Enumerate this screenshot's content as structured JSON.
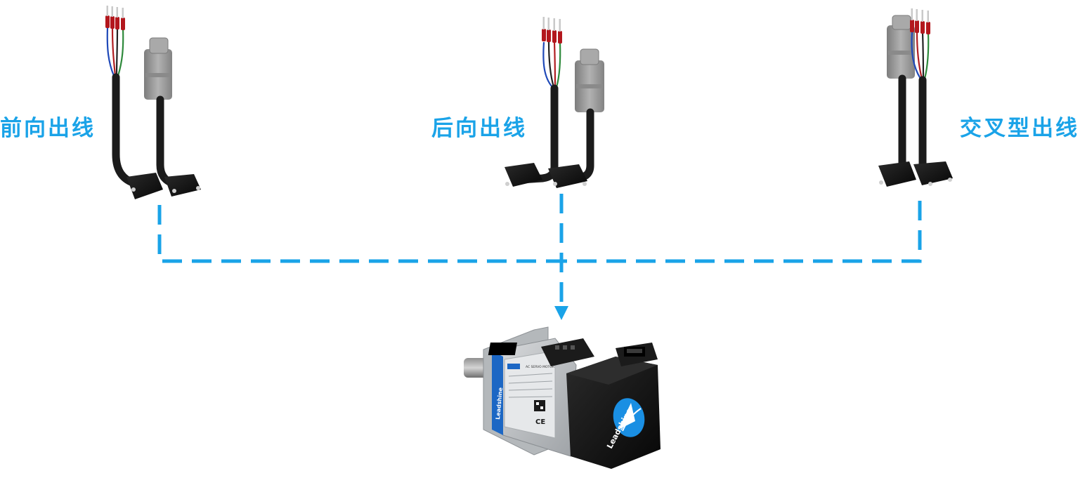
{
  "colors": {
    "accent": "#1aa3e8",
    "cable": "#1b1b1b",
    "connector_gray": "#9a9a9a",
    "motor_body": "#b9bcbf",
    "motor_black": "#141414",
    "terminal_red": "#b3171d",
    "wire_blue": "#1f49b8",
    "wire_red": "#b01e22",
    "wire_green": "#2f8a3c",
    "wire_black": "#222222"
  },
  "labels": {
    "front_outlet": "前向出线",
    "rear_outlet": "后向出线",
    "cross_outlet": "交叉型出线"
  },
  "motor": {
    "brand": "Leadshine",
    "badge": "AC SERVO MOTOR",
    "ce_mark": "CE"
  }
}
